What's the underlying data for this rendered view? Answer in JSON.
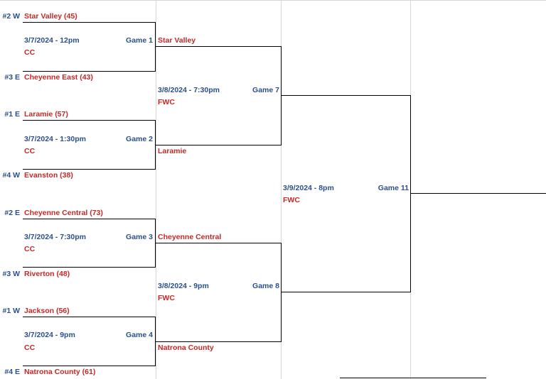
{
  "round1": [
    {
      "game": "Game 1",
      "date": "3/7/2024 - 12pm",
      "site": "CC",
      "winner": "Star Valley",
      "top": {
        "seed": "#2 W",
        "team": "Star Valley (45)"
      },
      "bottom": {
        "seed": "#3 E",
        "team": "Cheyenne East (43)"
      }
    },
    {
      "game": "Game 2",
      "date": "3/7/2024 - 1:30pm",
      "site": "CC",
      "winner": "Laramie",
      "top": {
        "seed": "#1 E",
        "team": "Laramie (57)"
      },
      "bottom": {
        "seed": "#4 W",
        "team": "Evanston (38)"
      }
    },
    {
      "game": "Game 3",
      "date": "3/7/2024 - 7:30pm",
      "site": "CC",
      "winner": "Cheyenne Central",
      "top": {
        "seed": "#2 E",
        "team": "Cheyenne Central (73)"
      },
      "bottom": {
        "seed": "#3 W",
        "team": "Riverton (48)"
      }
    },
    {
      "game": "Game 4",
      "date": "3/7/2024 - 9pm",
      "site": "CC",
      "winner": "Natrona County",
      "top": {
        "seed": "#1 W",
        "team": "Jackson (56)"
      },
      "bottom": {
        "seed": "#4 E",
        "team": "Natrona County (61)"
      }
    }
  ],
  "round2": [
    {
      "game": "Game 7",
      "date": "3/8/2024 - 7:30pm",
      "site": "FWC"
    },
    {
      "game": "Game 8",
      "date": "3/8/2024 - 9pm",
      "site": "FWC"
    }
  ],
  "final": {
    "game": "Game 11",
    "date": "3/9/2024 - 8pm",
    "site": "FWC"
  },
  "colors": {
    "date_text": "#2b4f8a",
    "team_text": "#c62828",
    "lines": "#000000"
  }
}
